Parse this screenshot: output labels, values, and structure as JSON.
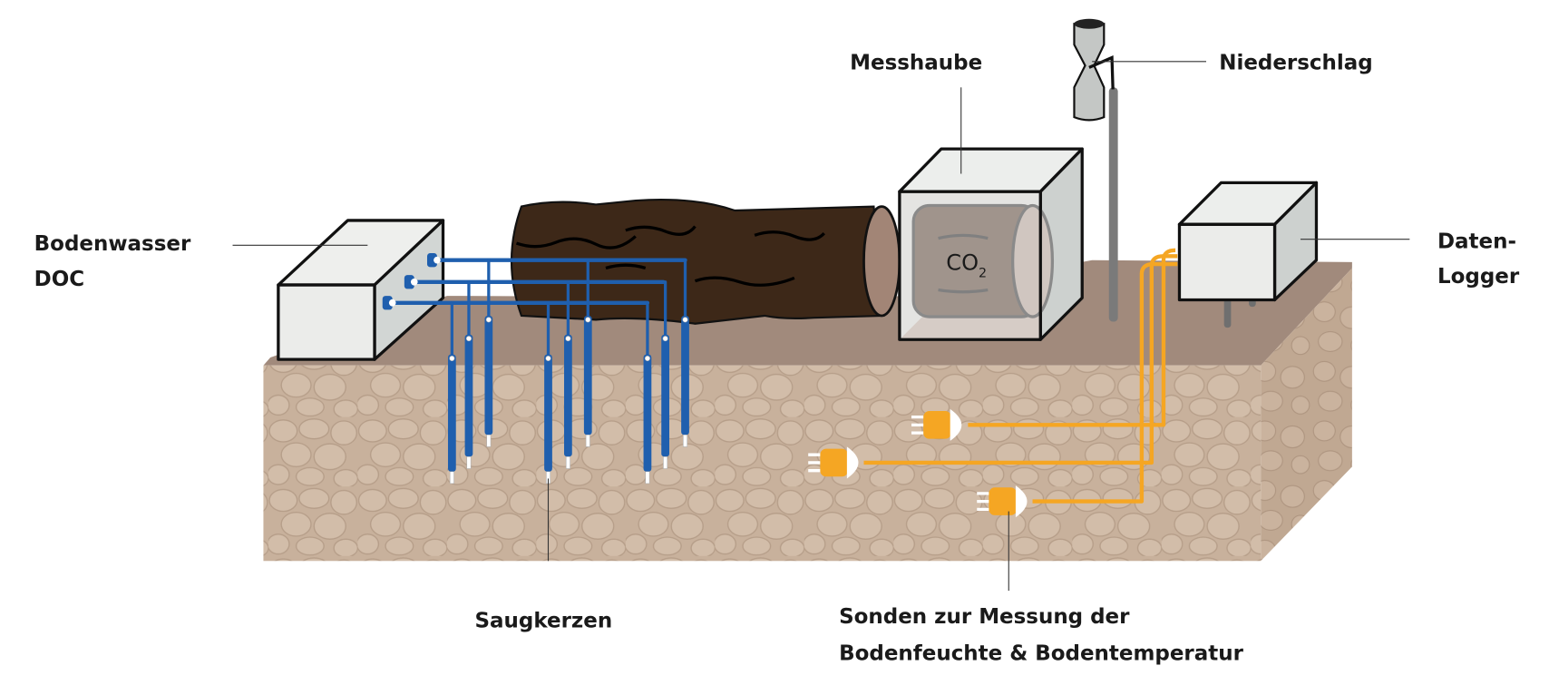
{
  "labels": {
    "doc_line1": "Bodenwasser",
    "doc_line2": "DOC",
    "messhaube": "Messhaube",
    "niederschlag": "Niederschlag",
    "logger_line1": "Daten-",
    "logger_line2": "Logger",
    "saugkerzen": "Saugkerzen",
    "sonden_line1": "Sonden zur Messung der",
    "sonden_line2": "Bodenfeuchte & Bodentemperatur",
    "co2_main": "CO",
    "co2_sub": "2"
  },
  "colors": {
    "soil_front": "#c8b19c",
    "soil_top": "#a18a7c",
    "log": "#3d2818",
    "suction_tubes": "#1f5fae",
    "probe_cables": "#f5a623",
    "box": "#ebecea"
  }
}
